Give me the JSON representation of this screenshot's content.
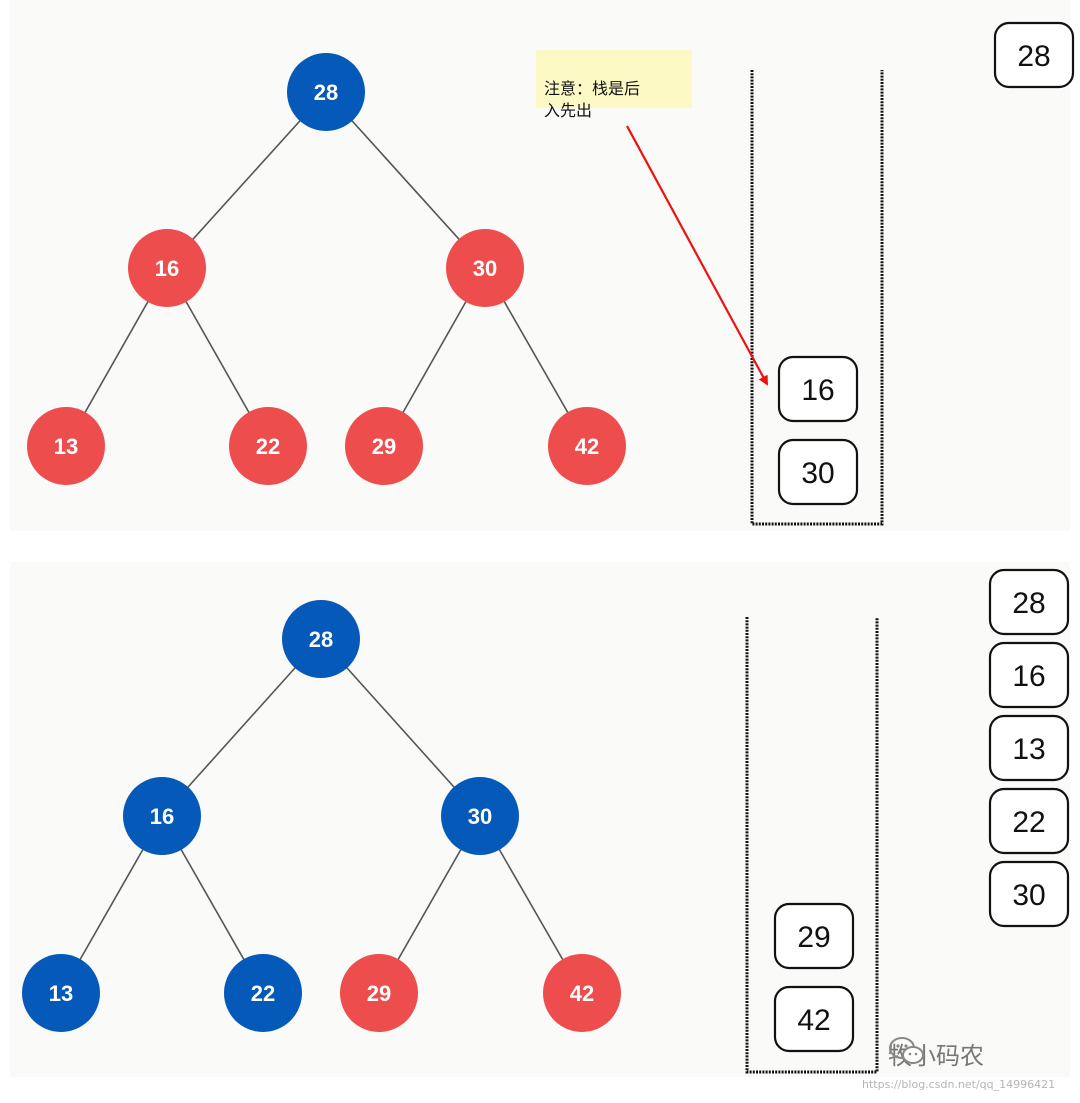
{
  "colors": {
    "visited": "#0559b8",
    "unvisited": "#ed4d4d",
    "arrow": "#ee1111",
    "note_bg": "#fdf9c4"
  },
  "note": {
    "text": "注意：栈是后\n入先出"
  },
  "panels": [
    {
      "nodes": [
        {
          "label": "28",
          "state": "visited"
        },
        {
          "label": "16",
          "state": "unvisited"
        },
        {
          "label": "30",
          "state": "unvisited"
        },
        {
          "label": "13",
          "state": "unvisited"
        },
        {
          "label": "22",
          "state": "unvisited"
        },
        {
          "label": "29",
          "state": "unvisited"
        },
        {
          "label": "42",
          "state": "unvisited"
        }
      ],
      "stack": [
        "16",
        "30"
      ],
      "output": [
        "28"
      ]
    },
    {
      "nodes": [
        {
          "label": "28",
          "state": "visited"
        },
        {
          "label": "16",
          "state": "visited"
        },
        {
          "label": "30",
          "state": "visited"
        },
        {
          "label": "13",
          "state": "visited"
        },
        {
          "label": "22",
          "state": "visited"
        },
        {
          "label": "29",
          "state": "unvisited"
        },
        {
          "label": "42",
          "state": "unvisited"
        }
      ],
      "stack": [
        "29",
        "42"
      ],
      "output": [
        "28",
        "16",
        "13",
        "22",
        "30"
      ]
    }
  ],
  "watermark": {
    "icon": "wechat-icon",
    "text": "牧小码农",
    "url": "https://blog.csdn.net/qq_14996421"
  }
}
